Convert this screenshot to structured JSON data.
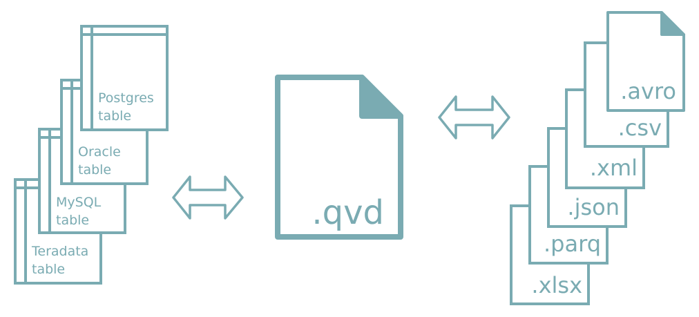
{
  "colors": {
    "primary": "#7aabb2",
    "background": "#ffffff"
  },
  "tables": [
    {
      "name": "Postgres",
      "suffix": "table"
    },
    {
      "name": "Oracle",
      "suffix": "table"
    },
    {
      "name": "MySQL",
      "suffix": "table"
    },
    {
      "name": "Teradata",
      "suffix": "table"
    }
  ],
  "center_file": {
    "extension": ".qvd"
  },
  "output_files": [
    {
      "extension": ".avro"
    },
    {
      "extension": ".csv"
    },
    {
      "extension": ".xml"
    },
    {
      "extension": ".json"
    },
    {
      "extension": ".parq"
    },
    {
      "extension": ".xlsx"
    }
  ],
  "icons": {
    "left_arrow": "double-arrow-icon",
    "right_arrow": "double-arrow-icon"
  }
}
